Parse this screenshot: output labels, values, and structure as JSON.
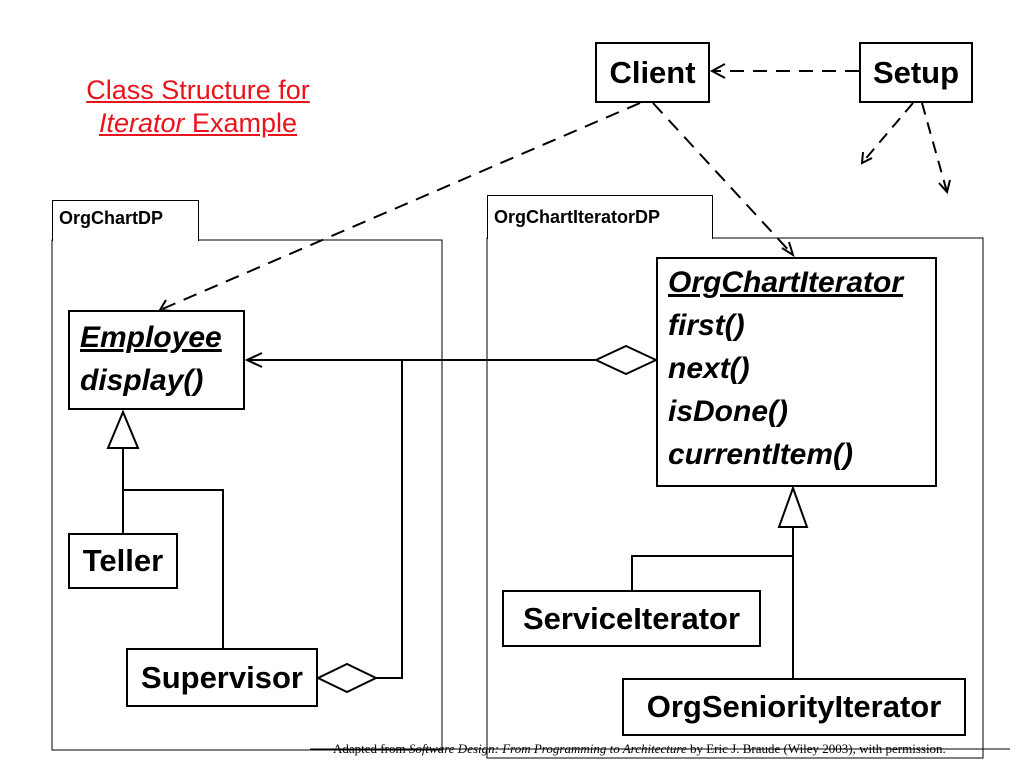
{
  "title": {
    "line1": "Class Structure for",
    "line2_italic": "Iterator",
    "line2_rest": " Example",
    "color": "#e8141b"
  },
  "packages": {
    "left": {
      "name": "OrgChartDP"
    },
    "right": {
      "name": "OrgChartIteratorDP"
    }
  },
  "classes": {
    "client": "Client",
    "setup": "Setup",
    "employee": {
      "name": "Employee",
      "operations": [
        "display()"
      ]
    },
    "teller": "Teller",
    "supervisor": "Supervisor",
    "org_chart_iterator": {
      "name": "OrgChartIterator",
      "operations": [
        "first()",
        "next()",
        "isDone()",
        "currentItem()"
      ]
    },
    "service_iterator": "ServiceIterator",
    "org_seniority_iterator": "OrgSeniorityIterator"
  },
  "credit": {
    "prefix": "Adapted from ",
    "book": "Software Design: From Programming to Architecture",
    "suffix": " by Eric J. Braude (Wiley 2003), with permission."
  }
}
